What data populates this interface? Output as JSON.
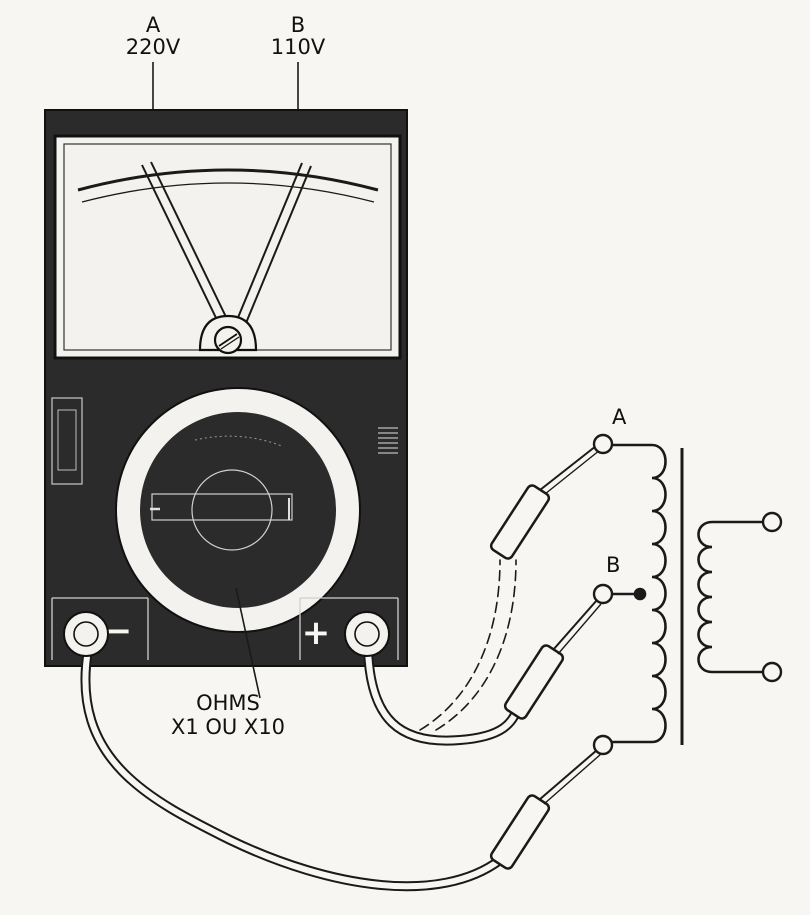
{
  "needle_a": {
    "letter": "A",
    "voltage": "220V"
  },
  "needle_b": {
    "letter": "B",
    "voltage": "110V"
  },
  "terminals": {
    "negative": "−",
    "positive": "+"
  },
  "selector": {
    "line1": "OHMS",
    "line2": "X1 OU X10"
  },
  "transformer": {
    "tap_a": "A",
    "tap_b": "B"
  },
  "colors": {
    "ink": "#1a1a1a",
    "paper": "#f7f6f2",
    "body": "#2b2b2b"
  }
}
